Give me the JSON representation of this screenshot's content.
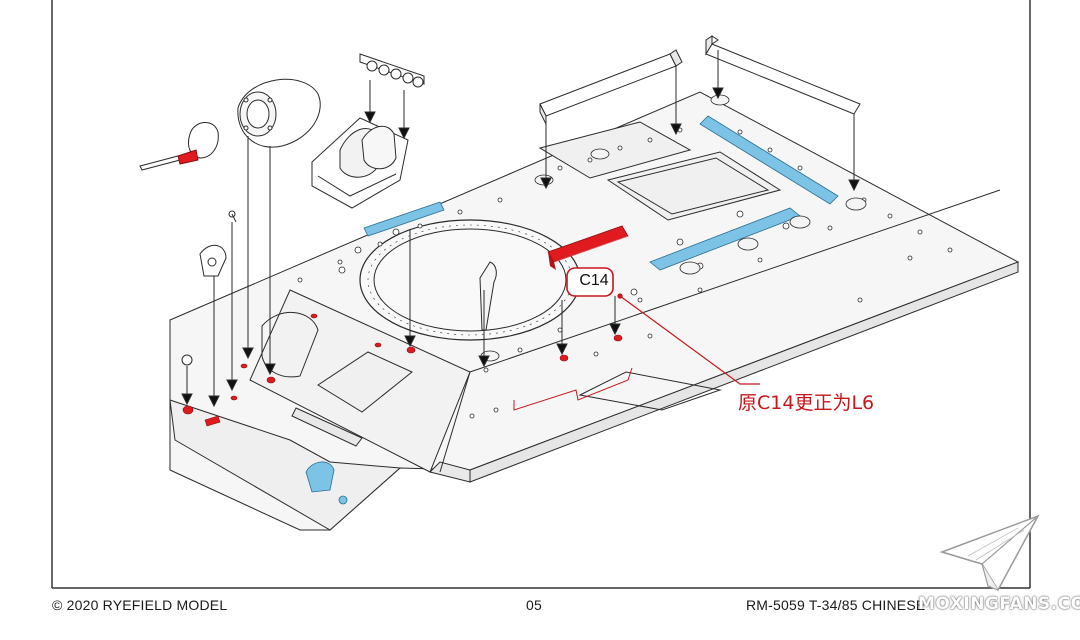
{
  "diagram": {
    "callout": {
      "part_label": "C14"
    },
    "correction_note": "原C14更正为L6",
    "colors": {
      "highlight_red": "#e01b1f",
      "photo_etch_blue": "#7cc3e6",
      "line": "#2b2b2b",
      "callout_red": "#c8161d",
      "hull_fill": "#f4f4f4"
    }
  },
  "footer": {
    "copyright": "© 2020 RYEFIELD MODEL",
    "page_number": "05",
    "model_code": "RM-5059 T-34/85 CHINESE"
  },
  "watermark": {
    "text": "MOXINGFANS.COM",
    "icon": "paper-plane-icon"
  }
}
